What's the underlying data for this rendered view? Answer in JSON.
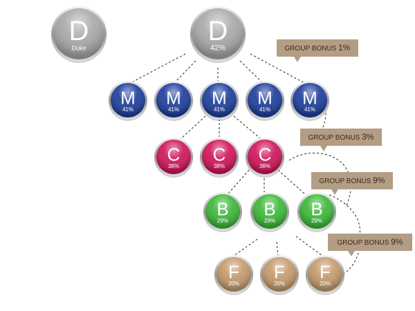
{
  "colors": {
    "duke": "#a9a9a9",
    "manager": "#1d3e9c",
    "c": "#d0145a",
    "b": "#3cb838",
    "f": "#c49a6c",
    "bonus_tag": "#b49d85"
  },
  "nodes": {
    "duke": {
      "letter": "D",
      "sub": "Duke"
    },
    "top": {
      "letter": "D",
      "sub": "42%"
    },
    "m": [
      {
        "letter": "M",
        "sub": "41%"
      },
      {
        "letter": "M",
        "sub": "41%"
      },
      {
        "letter": "M",
        "sub": "41%"
      },
      {
        "letter": "M",
        "sub": "41%"
      },
      {
        "letter": "M",
        "sub": "41%"
      }
    ],
    "c": [
      {
        "letter": "C",
        "sub": "38%"
      },
      {
        "letter": "C",
        "sub": "38%"
      },
      {
        "letter": "C",
        "sub": "38%"
      }
    ],
    "b": [
      {
        "letter": "B",
        "sub": "29%"
      },
      {
        "letter": "B",
        "sub": "29%"
      },
      {
        "letter": "B",
        "sub": "29%"
      }
    ],
    "f": [
      {
        "letter": "F",
        "sub": "20%"
      },
      {
        "letter": "F",
        "sub": "20%"
      },
      {
        "letter": "F",
        "sub": "20%"
      }
    ]
  },
  "bonuses": [
    {
      "label": "GROUP BONUS",
      "value": "1%"
    },
    {
      "label": "GROUP BONUS",
      "value": "3%"
    },
    {
      "label": "GROUP BONUS",
      "value": "9%"
    },
    {
      "label": "GROUP BONUS",
      "value": "9%"
    }
  ]
}
